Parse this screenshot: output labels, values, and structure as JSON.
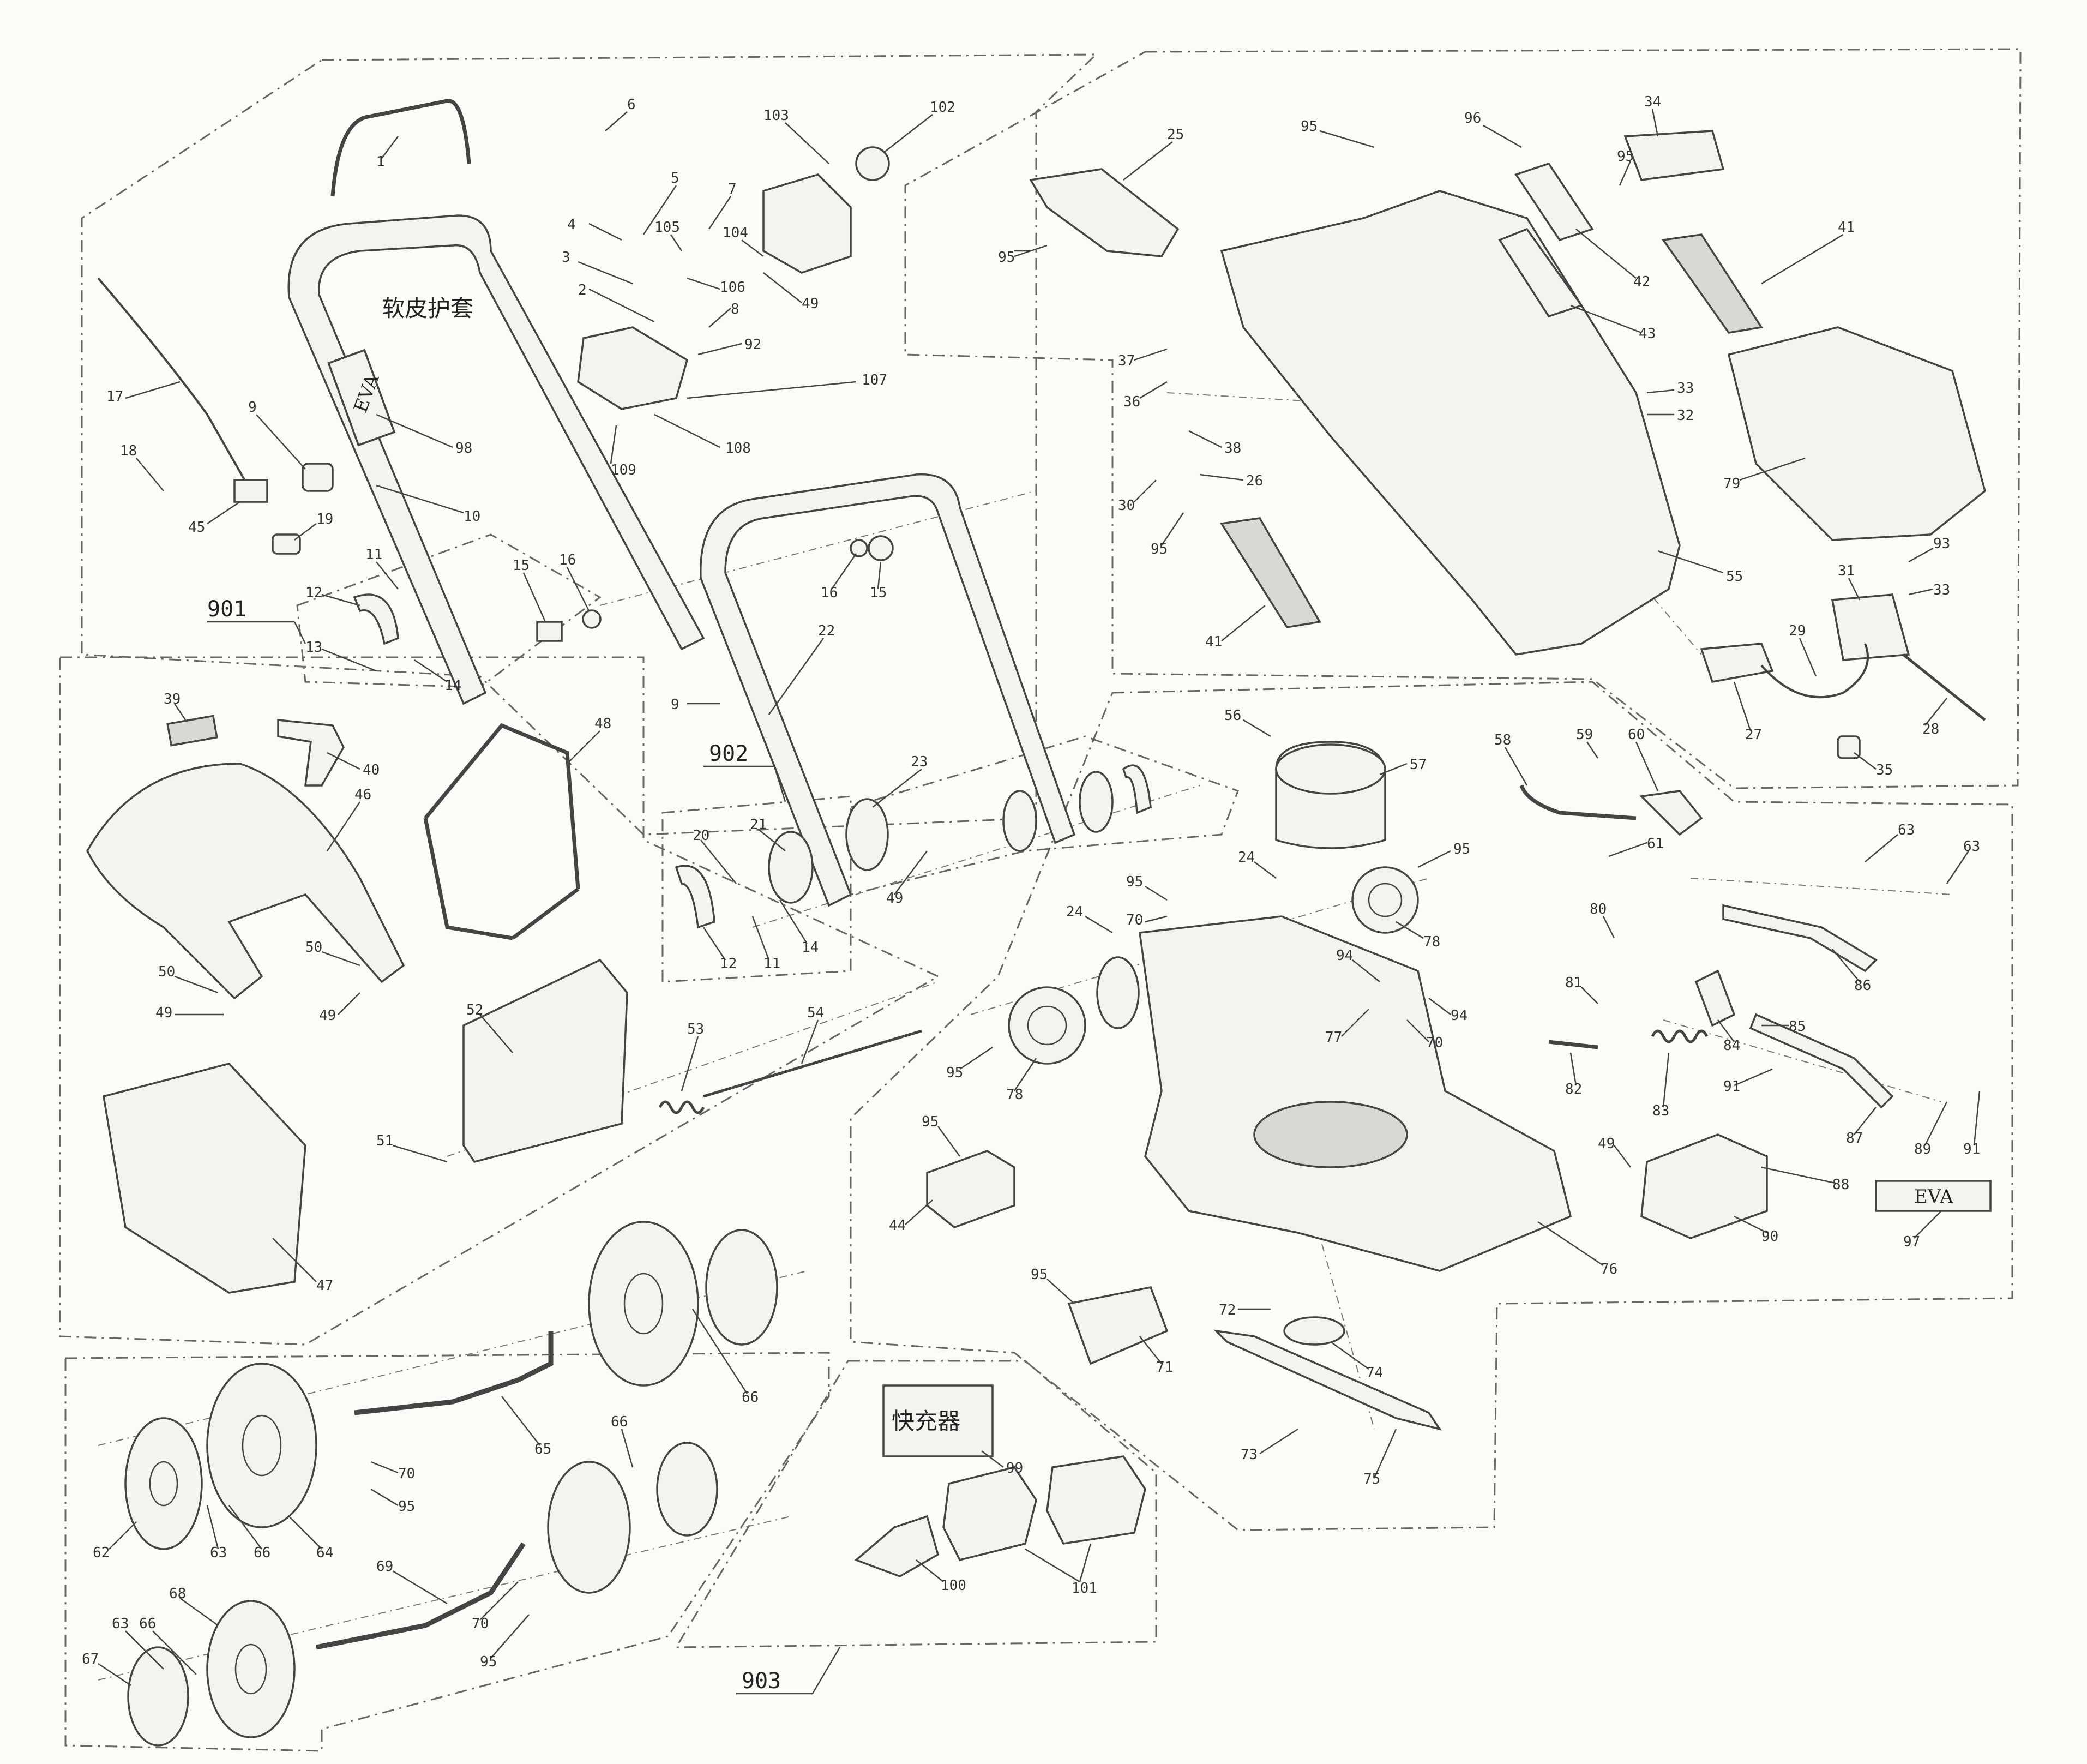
{
  "groups": [
    {
      "id": "901",
      "label": "901"
    },
    {
      "id": "902",
      "label": "902"
    },
    {
      "id": "903",
      "label": "903"
    }
  ],
  "text_labels": {
    "soft_sleeve": "软皮护套",
    "eva_handle": "EVA",
    "eva_right": "EVA",
    "fast_charger": "快充器"
  },
  "parts": {
    "p1": "1",
    "p2": "2",
    "p3": "3",
    "p4": "4",
    "p5": "5",
    "p6": "6",
    "p7": "7",
    "p8": "8",
    "p9a": "9",
    "p9b": "9",
    "p10": "10",
    "p11a": "11",
    "p11b": "11",
    "p12a": "12",
    "p12b": "12",
    "p13": "13",
    "p14a": "14",
    "p14b": "14",
    "p15a": "15",
    "p15b": "15",
    "p16a": "16",
    "p16b": "16",
    "p17": "17",
    "p18": "18",
    "p19": "19",
    "p20": "20",
    "p21": "21",
    "p22": "22",
    "p23": "23",
    "p24a": "24",
    "p24b": "24",
    "p25": "25",
    "p26": "26",
    "p27": "27",
    "p28": "28",
    "p29": "29",
    "p30": "30",
    "p31": "31",
    "p32": "32",
    "p33a": "33",
    "p33b": "33",
    "p34": "34",
    "p35": "35",
    "p36": "36",
    "p37": "37",
    "p38": "38",
    "p39": "39",
    "p40": "40",
    "p41a": "41",
    "p41b": "41",
    "p42": "42",
    "p43": "43",
    "p44": "44",
    "p45": "45",
    "p46": "46",
    "p47": "47",
    "p48": "48",
    "p49a": "49",
    "p49b": "49",
    "p49c": "49",
    "p49d": "49",
    "p49e": "49",
    "p50a": "50",
    "p50b": "50",
    "p51": "51",
    "p52": "52",
    "p53": "53",
    "p54": "54",
    "p55": "55",
    "p56": "56",
    "p57": "57",
    "p58": "58",
    "p59": "59",
    "p60": "60",
    "p61": "61",
    "p62": "62",
    "p63a": "63",
    "p63b": "63",
    "p63c": "63",
    "p63d": "63",
    "p64": "64",
    "p65": "65",
    "p66a": "66",
    "p66b": "66",
    "p66c": "66",
    "p66d": "66",
    "p67": "67",
    "p68": "68",
    "p69": "69",
    "p70a": "70",
    "p70b": "70",
    "p70c": "70",
    "p70d": "70",
    "p71": "71",
    "p72": "72",
    "p73": "73",
    "p74": "74",
    "p75": "75",
    "p76": "76",
    "p77": "77",
    "p78a": "78",
    "p78b": "78",
    "p79": "79",
    "p80": "80",
    "p81": "81",
    "p82": "82",
    "p83": "83",
    "p84": "84",
    "p85": "85",
    "p86": "86",
    "p87": "87",
    "p88": "88",
    "p89": "89",
    "p90": "90",
    "p91a": "91",
    "p91b": "91",
    "p92": "92",
    "p93": "93",
    "p94a": "94",
    "p94b": "94",
    "p95a": "95",
    "p95b": "95",
    "p95c": "95",
    "p95d": "95",
    "p95e": "95",
    "p95f": "95",
    "p95g": "95",
    "p95h": "95",
    "p95i": "95",
    "p95j": "95",
    "p95k": "95",
    "p95l": "95",
    "p96": "96",
    "p97": "97",
    "p98": "98",
    "p99": "99",
    "p100": "100",
    "p101": "101",
    "p102": "102",
    "p103": "103",
    "p104": "104",
    "p105": "105",
    "p106": "106",
    "p107": "107",
    "p108": "108",
    "p109": "109"
  }
}
